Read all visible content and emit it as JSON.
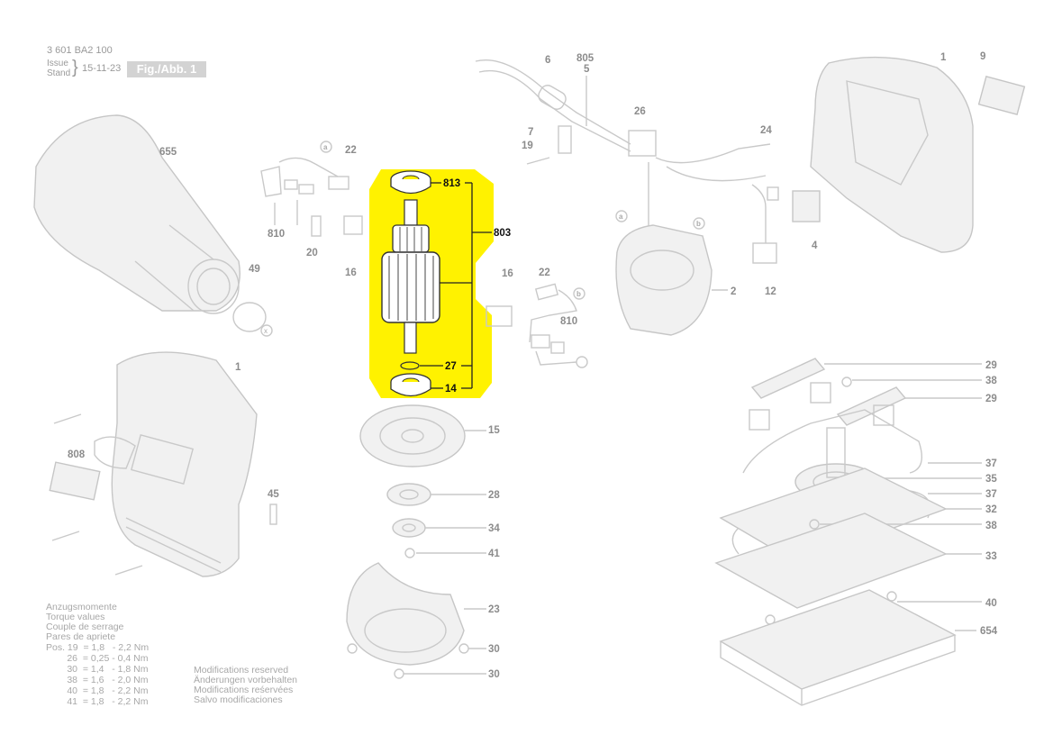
{
  "header": {
    "part_number": "3 601 BA2 100",
    "issue_label": "Issue",
    "stand_label": "Stand",
    "date": "15-11-23",
    "figure": "Fig./Abb. 1"
  },
  "torque": {
    "lines": [
      "Anzugsmomente",
      "Torque values",
      "Couple de serrage",
      "Pares de apriete"
    ],
    "rows": [
      "Pos. 19  = 1,8   - 2,2 Nm",
      "        26  = 0,25 - 0,4 Nm",
      "        30  = 1,4   - 1,8 Nm",
      "        38  = 1,6   - 2,0 Nm",
      "        40  = 1,8   - 2,2 Nm",
      "        41  = 1,8   - 2,2 Nm"
    ]
  },
  "modifications": [
    "Modifications reserved",
    "Änderungen vorbehalten",
    "Modifications reśervées",
    "Salvo modificaciones"
  ],
  "highlight": {
    "color": "#fff200",
    "parts": [
      "813",
      "803",
      "27",
      "14"
    ]
  },
  "callouts": {
    "c813": "813",
    "c803": "803",
    "c27": "27",
    "c14": "14",
    "c655": "655",
    "c49": "49",
    "c1a": "1",
    "c808": "808",
    "c45": "45",
    "c22a": "22",
    "c810a": "810",
    "c20": "20",
    "c16a": "16",
    "c16b": "16",
    "c22b": "22",
    "c810b": "810",
    "c6": "6",
    "c805": "805",
    "c5": "5",
    "c7": "7",
    "c19": "19",
    "c26": "26",
    "c24": "24",
    "c4": "4",
    "c2": "2",
    "c12": "12",
    "c1b": "1",
    "c9": "9",
    "c15": "15",
    "c28": "28",
    "c34": "34",
    "c41": "41",
    "c23": "23",
    "c30a": "30",
    "c30b": "30",
    "c29a": "29",
    "c38a": "38",
    "c29b": "29",
    "c37a": "37",
    "c35": "35",
    "c37b": "37",
    "c32": "32",
    "c38b": "38",
    "c33": "33",
    "c40": "40",
    "c654": "654",
    "mark_a": "a",
    "mark_b": "b",
    "mark_x": "x"
  }
}
